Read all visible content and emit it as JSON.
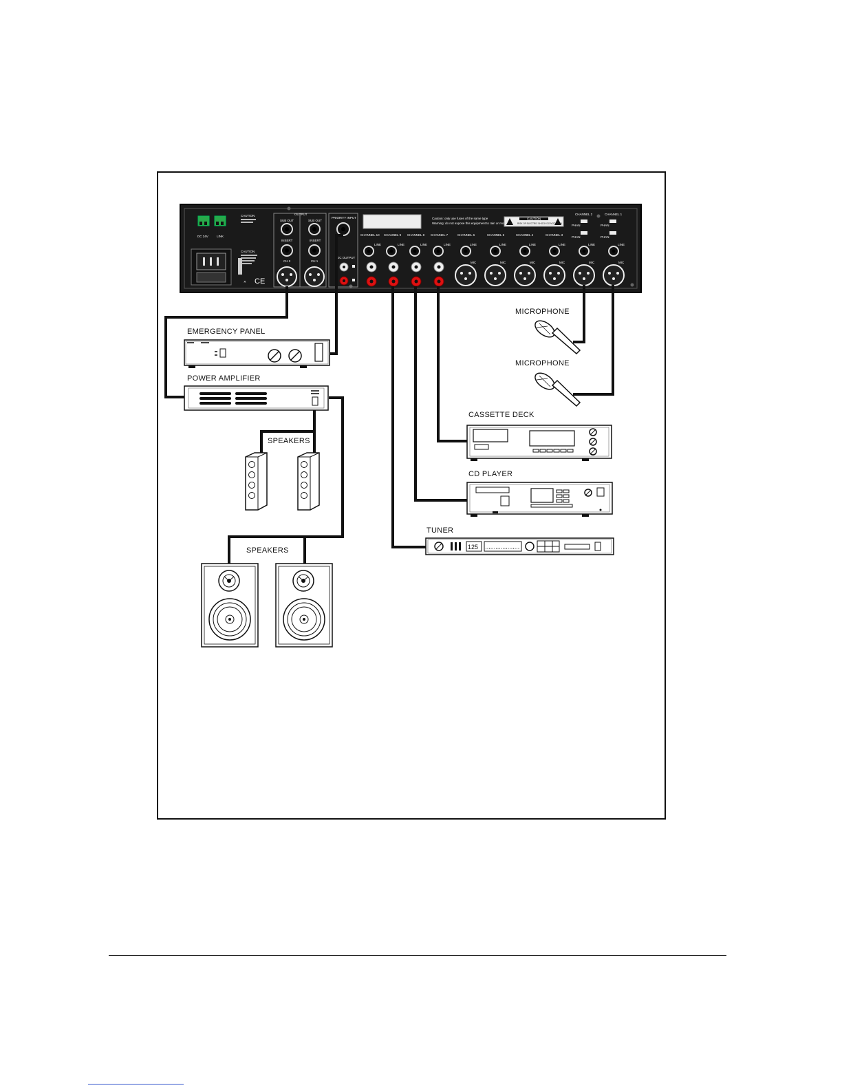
{
  "labels": {
    "emergency_panel": "EMERGENCY PANEL",
    "power_amplifier": "POWER AMPLIFIER",
    "speakers_top": "SPEAKERS",
    "speakers_bottom": "SPEAKERS",
    "microphone_1": "MICROPHONE",
    "microphone_2": "MICROPHONE",
    "cassette_deck": "CASSETTE DECK",
    "cd_player": "CD PLAYER",
    "tuner": "TUNER"
  },
  "mixer_panel": {
    "caution_1_title": "CAUTION",
    "caution_2_title": "CAUTION",
    "output_header": "OUTPUT",
    "priority_input": "PRIORITY INPUT",
    "dc_output": "DC OUTPUT",
    "dc24v": "DC 24V",
    "link": "LINK",
    "sub_out_a": "SUB OUT",
    "sub_out_b": "SUB OUT",
    "insert_a": "INSERT",
    "insert_b": "INSERT",
    "ch2": "CH 2",
    "ch1": "CH 1",
    "channel_10": "CHANNEL 10",
    "channel_9": "CHANNEL 9",
    "channel_8": "CHANNEL 8",
    "channel_7": "CHANNEL 7",
    "channel_6": "CHANNEL 6",
    "channel_5": "CHANNEL 5",
    "channel_4": "CHANNEL 4",
    "channel_3": "CHANNEL 3",
    "channel_2": "CHANNEL 2",
    "channel_1": "CHANNEL 1",
    "line": "LINE",
    "mic": "MIC",
    "phan": "PHAN",
    "ce_mark": "CE",
    "fuse_caution": "Caution: only use fuses of the same type",
    "moisture_warning": "Warning: do not expose this equipment to rain or moisture",
    "caution_box": "CAUTION",
    "caution_box_sub": "RISK OF ELECTRIC SHOCK DO NOT OPEN"
  },
  "tuner_display": "125"
}
